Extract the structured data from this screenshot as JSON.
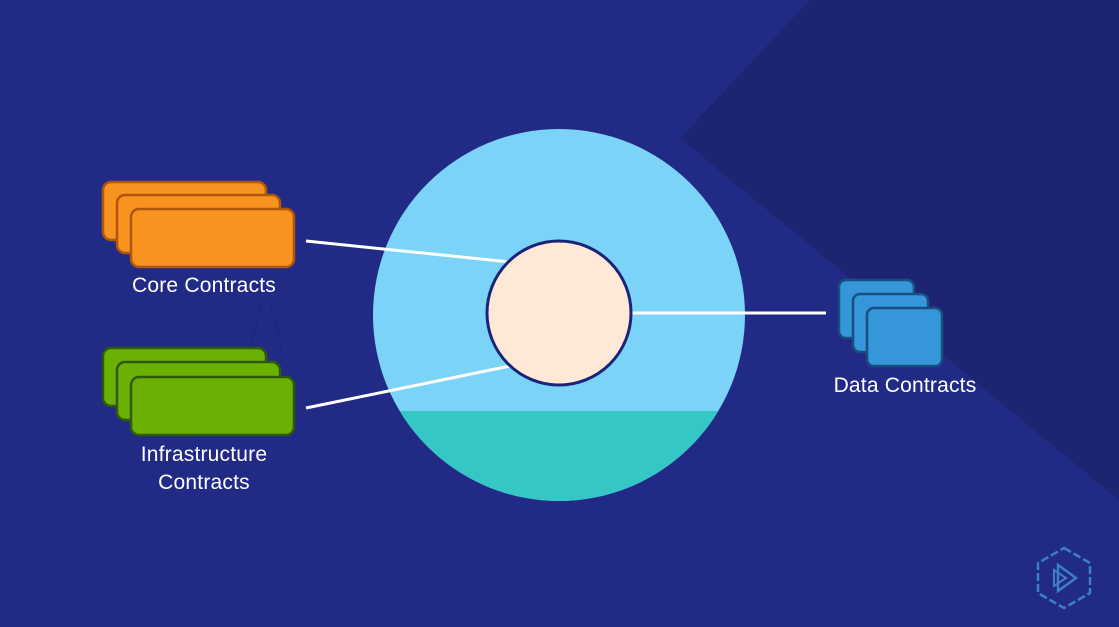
{
  "colors": {
    "background": "#212b85",
    "background_shape": "#1d2471",
    "core_fill": "#f7931e",
    "core_stroke": "#b0560a",
    "infra_fill": "#6ab104",
    "infra_stroke": "#2f5a0b",
    "data_fill": "#3597d9",
    "data_stroke": "#1a4d82",
    "outer_circle": "#7bd4f7",
    "outer_circle_bottom": "#35c7c6",
    "inner_circle": "#ffe8d6",
    "connector": "#ffffff",
    "logo": "#3d7fc4"
  },
  "labels": {
    "core": "Core Contracts",
    "infra_line1": "Infrastructure",
    "infra_line2": "Contracts",
    "data": "Data Contracts"
  },
  "icons": {
    "logo": "pluralsight-play-logo-icon"
  }
}
